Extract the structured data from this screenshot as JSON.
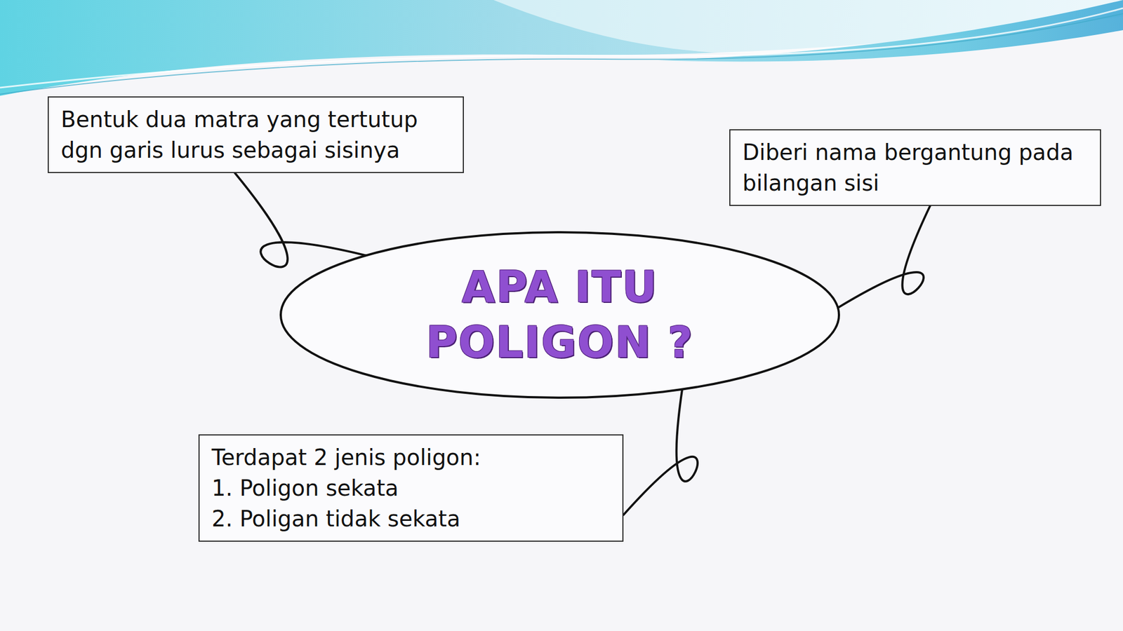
{
  "diagram": {
    "nodes": [
      {
        "text": [
          "Bentuk dua matra yang tertutup dgn garis lurus sebagai sisinya"
        ]
      },
      {
        "text": [
          "Diberi nama bergantung pada bilangan sisi"
        ]
      },
      {
        "text": [
          "APA ITU POLIGON ?"
        ]
      },
      {
        "text": [
          "Terdapat 2 jenis poligon:",
          "1. Poligon sekata",
          "2. Poligan tidak sekata"
        ]
      }
    ],
    "edges": [
      {
        "from": 0,
        "to": 2,
        "arrow": "none"
      },
      {
        "from": 2,
        "to": 1,
        "arrow": "none"
      },
      {
        "from": 2,
        "to": 3,
        "arrow": "none"
      }
    ]
  }
}
